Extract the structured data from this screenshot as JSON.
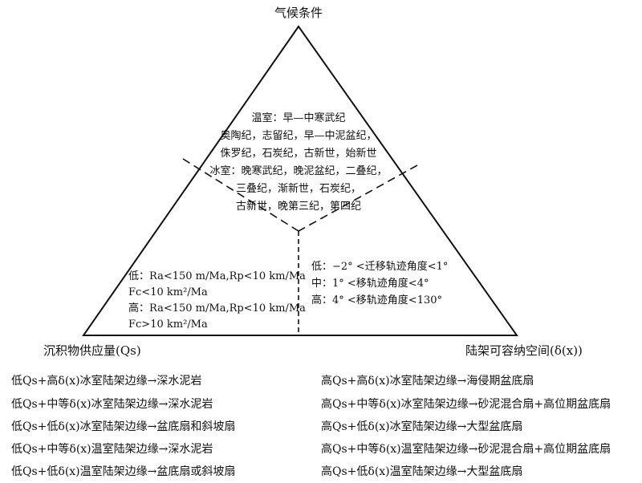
{
  "vertices": {
    "top": "气候条件",
    "left": "沉积物供应量(Qs)",
    "right": "陆架可容纳空间(δ(x))"
  },
  "climate_region": {
    "lines": [
      "温室：早—中寒武纪",
      "奥陶纪，志留纪，早—中泥盆纪，",
      "侏罗纪，石炭纪，古新世，始新世",
      "冰室：晚寒武纪，晚泥盆纪，二叠纪，",
      "三叠纪，渐新世，石炭纪，",
      "古新世，晚第三纪，第四纪"
    ]
  },
  "supply_region": {
    "lines": [
      "低：Ra<150 m/Ma,Rp<10 km/Ma",
      "Fc<10 km²/Ma",
      "高：Ra<150 m/Ma,Rp<10 km/Ma",
      "Fc>10 km²/Ma"
    ]
  },
  "space_region": {
    "lines": [
      "低：−2°  <迁移轨迹角度<1°",
      "中：1°  <移轨迹角度<4°",
      "高：4°  <移轨迹角度<130°"
    ]
  },
  "left_list": [
    "低Qs+高δ(x)冰室陆架边缘→深水泥岩",
    "低Qs+中等δ(x)冰室陆架边缘→深水泥岩",
    "低Qs+低δ(x)冰室陆架边缘→盆底扇和斜坡扇",
    "低Qs+中等δ(x)温室陆架边缘→深水泥岩",
    "低Qs+低δ(x)温室陆架边缘→盆底扇或斜坡扇"
  ],
  "right_list": [
    "高Qs+高δ(x)冰室陆架边缘→海侵期盆底扇",
    "高Qs+中等δ(x)冰室陆架边缘→砂泥混合扇+高位期盆底扇",
    "高Qs+低δ(x)冰室陆架边缘→大型盆底扇",
    "高Qs+中等δ(x)温室陆架边缘→砂泥混合扇+高位期盆底扇",
    "高Qs+低δ(x)温室陆架边缘→大型盆底扇"
  ]
}
